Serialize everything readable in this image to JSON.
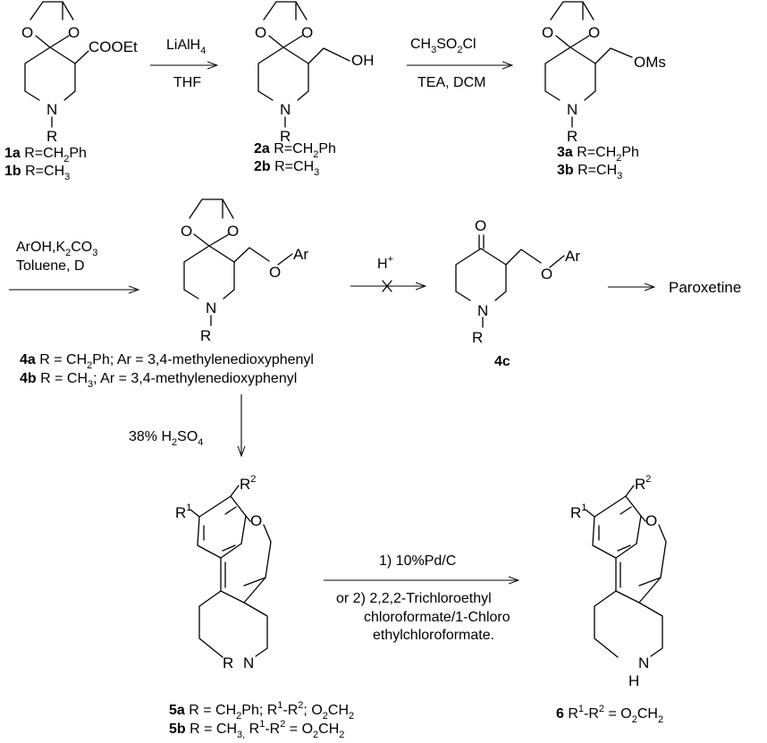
{
  "atoms": {
    "o": "O",
    "n": "N",
    "r": "R",
    "h": "H",
    "cooet": "COOEt",
    "oh": "OH",
    "oms": "OMs",
    "ar": "Ar",
    "r1": "R",
    "r1_sup": "1",
    "r2": "R",
    "r2_sup": "2"
  },
  "reagents": {
    "step1_top_a": "LiAlH",
    "step1_top_sub": "4",
    "step1_bottom": "THF",
    "step2_top_a": "CH",
    "step2_top_sub1": "3",
    "step2_top_b": "SO",
    "step2_top_sub2": "2",
    "step2_top_c": "Cl",
    "step2_bottom": "TEA, DCM",
    "step3_top_a": "ArOH,K",
    "step3_top_sub1": "2",
    "step3_top_b": "CO",
    "step3_top_sub2": "3",
    "step3_bottom": "Toluene, D",
    "step4_top": "H",
    "step4_top_sup": "+",
    "step6_a": "38% H",
    "step6_sub1": "2",
    "step6_b": "SO",
    "step6_sub2": "4",
    "step7_line1": "1) 10%Pd/C",
    "step7_line2": "or  2) 2,2,2-Trichloroethyl",
    "step7_line3": "chloroformate/1-Chloro",
    "step7_line4": "ethylchloroformate."
  },
  "product_name": "Paroxetine",
  "compounds": {
    "c1a_num": "1a",
    "c1a_text": " R=CH",
    "c1a_sub": "2",
    "c1a_text2": "Ph",
    "c1b_num": "1b",
    "c1b_text": " R=CH",
    "c1b_sub": "3",
    "c2a_num": "2a",
    "c2a_text": " R=CH",
    "c2a_sub": "2",
    "c2a_text2": "Ph",
    "c2b_num": "2b",
    "c2b_text": " R=CH",
    "c2b_sub": "3",
    "c3a_num": "3a",
    "c3a_text": " R=CH",
    "c3a_sub": "2",
    "c3a_text2": "Ph",
    "c3b_num": "3b",
    "c3b_text": " R=CH",
    "c3b_sub": "3",
    "c4a_num": "4a",
    "c4a_text": " R = CH",
    "c4a_sub": "2",
    "c4a_text2": "Ph; Ar = 3,4-methylenedioxyphenyl",
    "c4b_num": "4b",
    "c4b_text": " R = CH",
    "c4b_sub": "3",
    "c4b_text2": ";     Ar = 3,4-methylenedioxyphenyl",
    "c4c_num": "4c",
    "c5a_num": "5a",
    "c5a_text": " R = CH",
    "c5a_sub": "2",
    "c5a_text2": "Ph; R",
    "c5a_sup1": "1",
    "c5a_text3": "-R",
    "c5a_sup2": "2",
    "c5a_text4": "; O",
    "c5a_sub2": "2",
    "c5a_text5": "CH",
    "c5a_sub3": "2",
    "c5b_num": "5b",
    "c5b_text": " R = CH",
    "c5b_sub": "3,",
    "c5b_text2": " R",
    "c5b_sup1": "1",
    "c5b_text3": "-R",
    "c5b_sup2": "2",
    "c5b_text4": " = O",
    "c5b_sub2": "2",
    "c5b_text5": "CH",
    "c5b_sub3": "2",
    "c6_num": "6",
    "c6_text": "  R",
    "c6_sup1": "1",
    "c6_text2": "-R",
    "c6_sup2": "2",
    "c6_text3": " = O",
    "c6_sub2": "2",
    "c6_text4": "CH",
    "c6_sub3": "2"
  }
}
